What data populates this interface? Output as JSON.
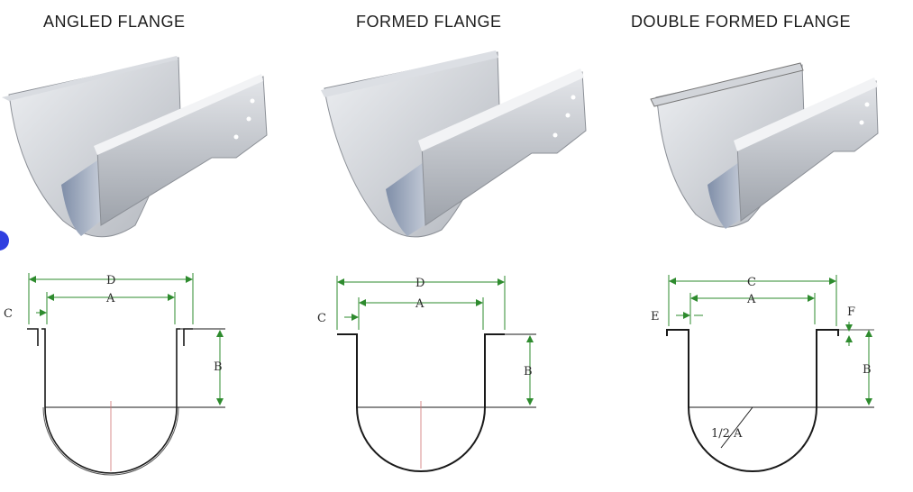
{
  "panels": [
    {
      "title": "ANGLED FLANGE",
      "labels": {
        "overall": "D",
        "inner": "A",
        "flange": "C",
        "depth": "B"
      }
    },
    {
      "title": "FORMED FLANGE",
      "labels": {
        "overall": "D",
        "inner": "A",
        "flange": "C",
        "depth": "B"
      }
    },
    {
      "title": "DOUBLE FORMED FLANGE",
      "labels": {
        "overall": "C",
        "inner": "A",
        "flange": "E",
        "depth": "B",
        "bead": "F",
        "radius": "1/2 A"
      }
    }
  ],
  "colors": {
    "dimension": "#2e8b2e",
    "outline": "#1a1a1a",
    "centerline": "#d07070",
    "metal": "#b9bcc2",
    "nav": "#2f3fe0"
  }
}
